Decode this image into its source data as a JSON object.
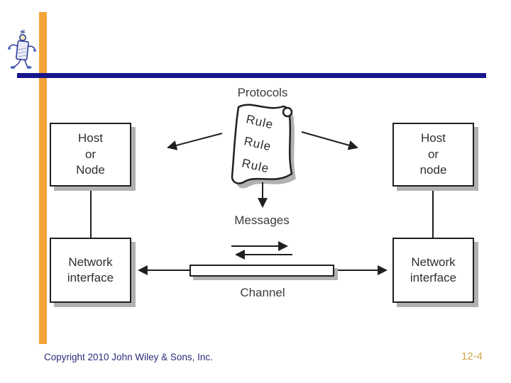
{
  "colors": {
    "background": "#ffffff",
    "accent_bar": "#f4a339",
    "header_line": "#16168c",
    "copyright_text": "#2b2b7d",
    "page_number_text": "#d2a74c",
    "diagram_stroke": "#1f1f1f",
    "diagram_label": "#3c3c3c",
    "shadow": "#b1b1b1"
  },
  "header": {
    "logo_icon": "walking-robot-logo"
  },
  "diagram": {
    "protocols_label": "Protocols",
    "messages_label": "Messages",
    "channel_label": "Channel",
    "rule_sheet": {
      "lines": [
        "Rule",
        "Rule",
        "Rule"
      ]
    },
    "host_left": {
      "lines": [
        "Host",
        "or",
        "Node"
      ]
    },
    "host_right": {
      "lines": [
        "Host",
        "or",
        "node"
      ]
    },
    "network_interface_left": {
      "lines": [
        "Network",
        "interface"
      ]
    },
    "network_interface_right": {
      "lines": [
        "Network",
        "interface"
      ]
    }
  },
  "footer": {
    "copyright": "Copyright 2010 John Wiley & Sons, Inc.",
    "page_number": "12-4"
  }
}
